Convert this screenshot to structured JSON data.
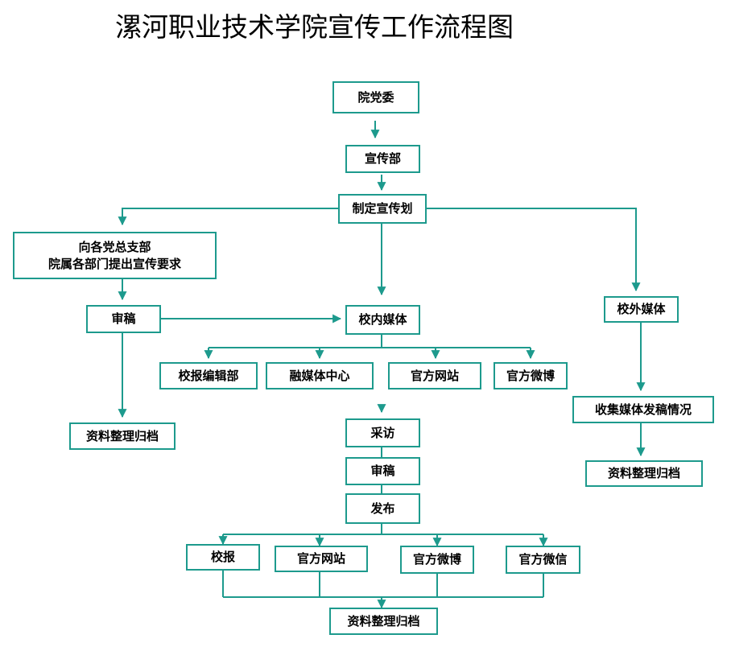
{
  "title": "漯河职业技术学院宣传工作流程图",
  "colors": {
    "line": "#1d9a8d",
    "text": "#000000",
    "background": "#ffffff"
  },
  "nodes": {
    "dangwei": "院党委",
    "xuanchuanbu": "宣传部",
    "zhiding": "制定宣传划",
    "request_line1": "向各党总支部",
    "request_line2": "院属各部门提出宣传要求",
    "shengao_left": "审稿",
    "archive_left": "资料整理归档",
    "xiaonei": "校内媒体",
    "xiaowai": "校外媒体",
    "media_newspaper_office": "校报编辑部",
    "media_center": "融媒体中心",
    "media_site_top": "官方网站",
    "media_weibo_top": "官方微博",
    "caifang": "采访",
    "shengao_mid": "审稿",
    "fabu": "发布",
    "pub_newspaper": "校报",
    "pub_site": "官方网站",
    "pub_weibo": "官方微博",
    "pub_wechat": "官方微信",
    "archive_bottom": "资料整理归档",
    "collect": "收集媒体发稿情况",
    "archive_right": "资料整理归档"
  }
}
